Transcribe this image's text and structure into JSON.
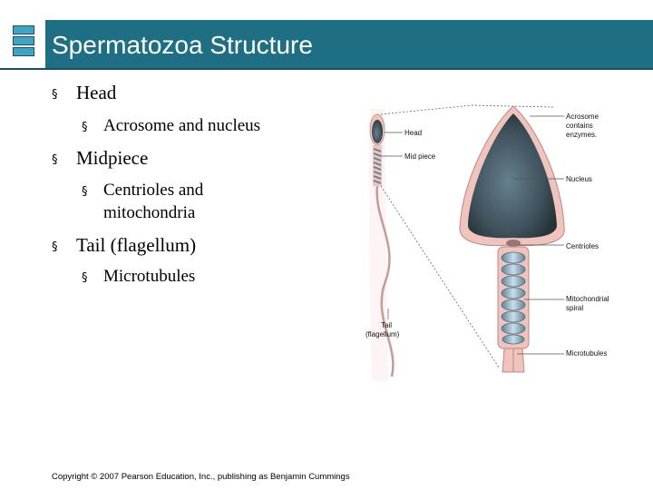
{
  "slide": {
    "title": "Spermatozoa Structure",
    "bullets": [
      {
        "text": "Head",
        "sub": [
          "Acrosome and nucleus"
        ]
      },
      {
        "text": "Midpiece",
        "sub": [
          "Centrioles and",
          "mitochondria"
        ]
      },
      {
        "text": "Tail (flagellum)",
        "sub": [
          "Microtubules"
        ]
      }
    ],
    "bullet_marker": "§",
    "copyright": "Copyright © 2007 Pearson Education, Inc., publishing as Benjamin Cummings"
  },
  "figure": {
    "labels": {
      "head": "Head",
      "mid_piece": "Mid piece",
      "tail_1": "Tail",
      "tail_2": "(flagellum)",
      "acrosome_1": "Acrosome",
      "acrosome_2": "contains",
      "acrosome_3": "enzymes.",
      "nucleus": "Nucleus",
      "centrioles": "Centrioles",
      "mito_1": "Mitochondrial",
      "mito_2": "spiral",
      "microtubules": "Microtubules"
    },
    "colors": {
      "header": "#1f6f84",
      "head_dark": "#3d4f5a",
      "sheath": "#e9b7b0",
      "spiral": "#8fb3c8"
    }
  }
}
